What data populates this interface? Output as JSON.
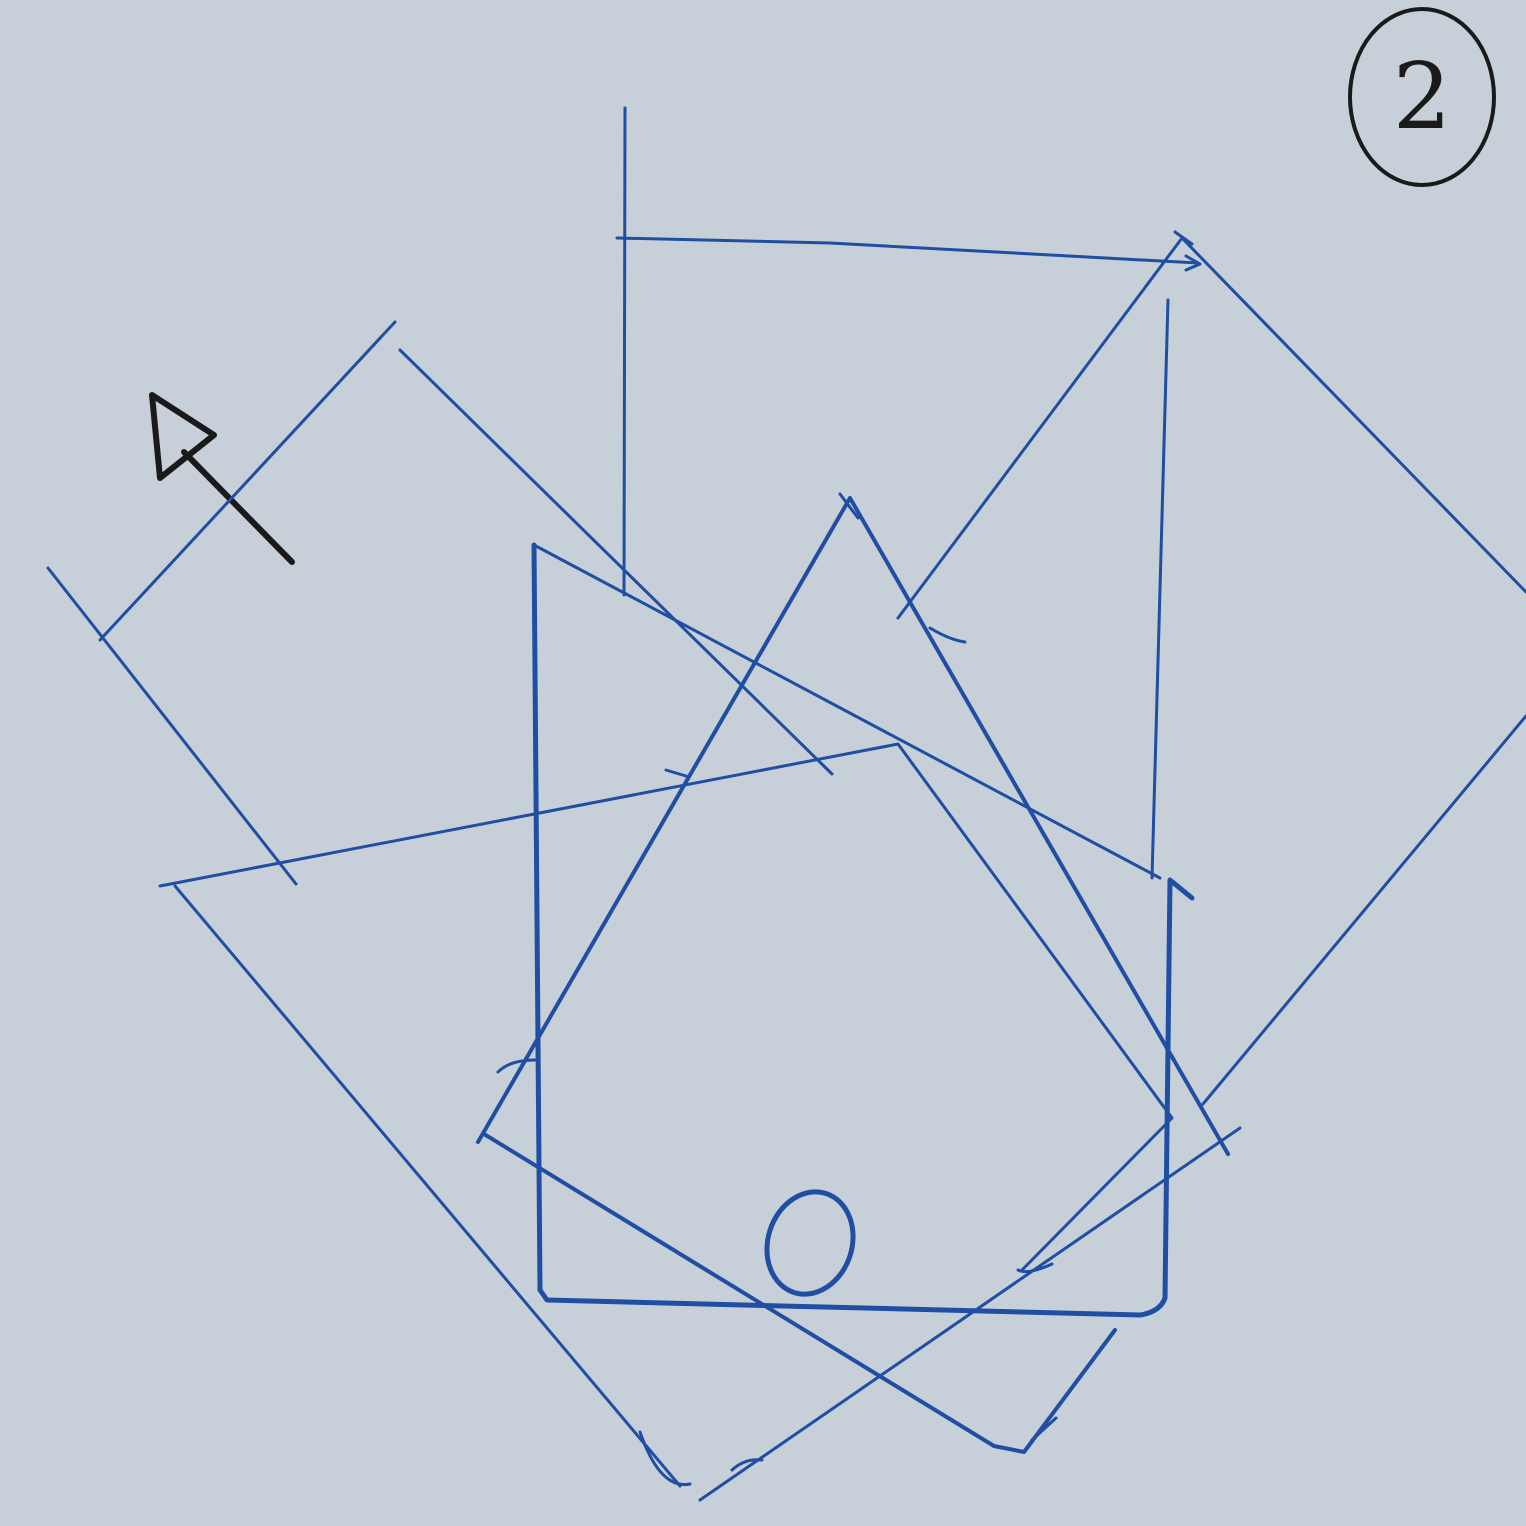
{
  "sheet": {
    "page_number": "2",
    "paper_color": "#c7d0d8",
    "ink_color": "#1f4ea3",
    "pencil_color": "#1a1a1a"
  },
  "elements": {
    "page_number_badge": "circled-number",
    "direction_arrow": "arrow-icon",
    "center_mark": "circle-mark",
    "outlines": [
      "upright-square",
      "square-rotated-right",
      "square-rotated-left",
      "square-tilted-right",
      "square-tilted-left"
    ]
  }
}
